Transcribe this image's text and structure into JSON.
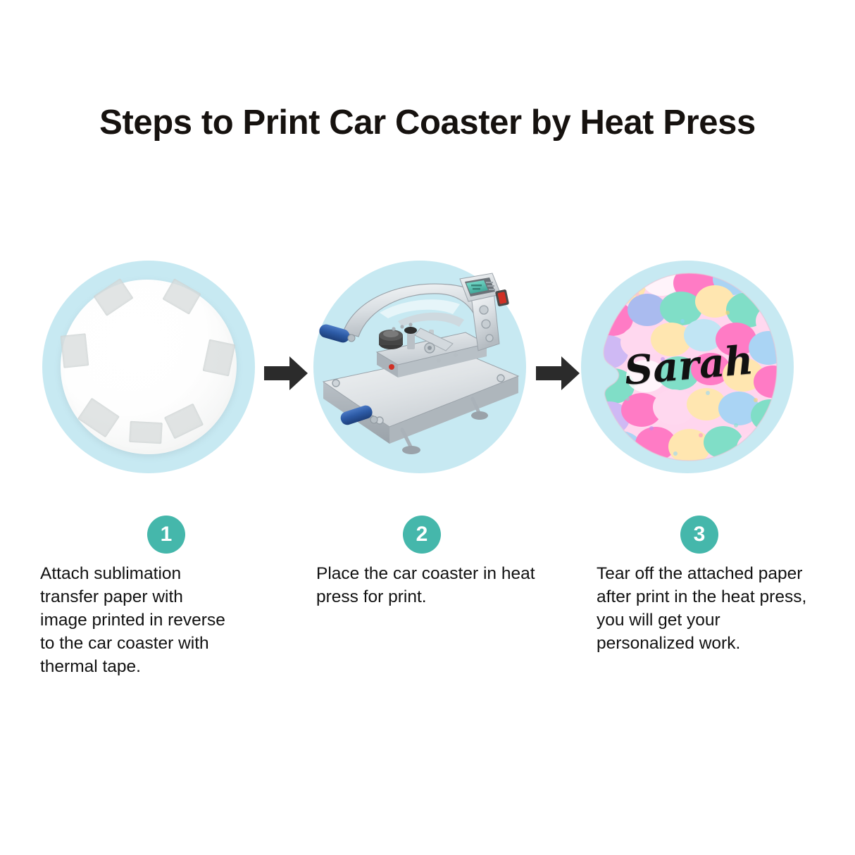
{
  "page": {
    "title": "Steps to Print Car Coaster by Heat Press",
    "background_color": "#ffffff",
    "accent_color": "#45b7ab",
    "circle_color": "#c7e9f2",
    "arrow_color": "#2b2b2b",
    "text_color": "#111111"
  },
  "steps": [
    {
      "number": "1",
      "caption": "Attach sublimation\ntransfer paper with\nimage printed in reverse\nto the car coaster with\nthermal tape.",
      "image": {
        "name": "blank-coaster-with-thermal-tape",
        "description": "White round car coaster with sublimation transfer paper attached by seven pieces of thermal tape around the edge",
        "tape_pieces": 7
      }
    },
    {
      "number": "2",
      "caption": "Place the car coaster in heat\npress for print.",
      "image": {
        "name": "clamshell-heat-press-machine",
        "description": "Grey clamshell heat press machine with blue rubber handle grips, digital control panel with teal LCD display, red power switch and adjustable feet",
        "body_color": "#d5d9dd",
        "handle_color": "#2e5fa8",
        "lcd_color": "#4fc3b4",
        "switch_color": "#d03025"
      }
    },
    {
      "number": "3",
      "caption": "Tear off the attached paper\nafter print in the heat press,\nyou will get your\npersonalized work.",
      "image": {
        "name": "printed-personalized-car-coaster",
        "description": "Finished car coaster with a notch cutout on the left edge, pastel watercolor polka dot pattern and a personalized name in black brush script",
        "printed_name": "Sarah",
        "pattern_colors": [
          "#ff6fc0",
          "#ffd9f0",
          "#9fd4f5",
          "#6fe0c2",
          "#ffe9a8",
          "#c9b6f5",
          "#ffffff"
        ]
      }
    }
  ],
  "arrows": [
    {
      "name": "arrow-step-1-to-2",
      "direction": "right"
    },
    {
      "name": "arrow-step-2-to-3",
      "direction": "right"
    }
  ]
}
